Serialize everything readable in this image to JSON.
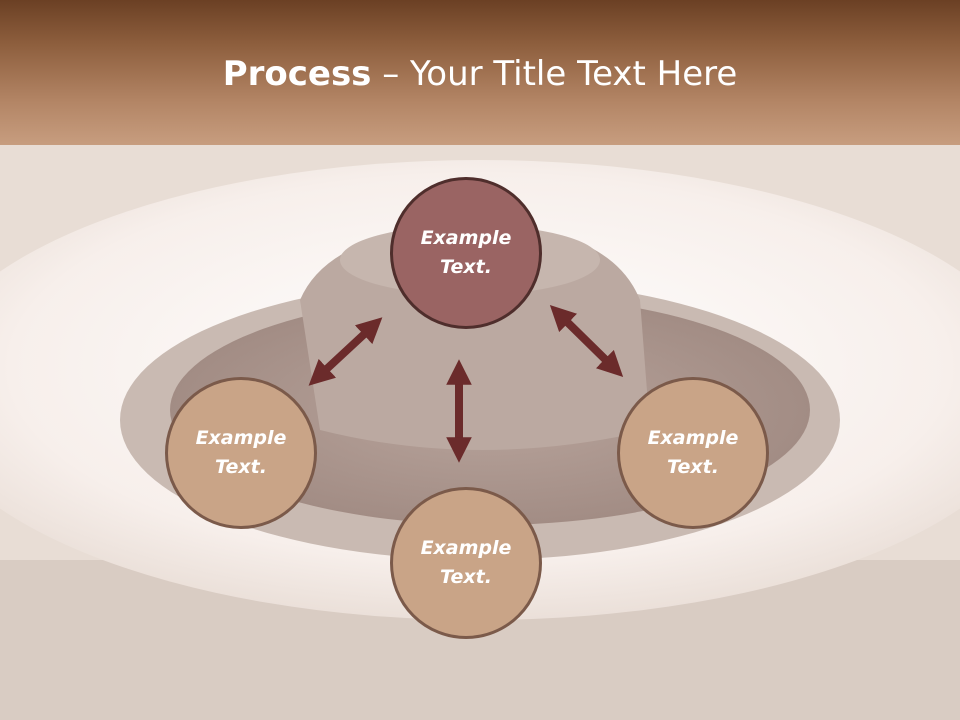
{
  "title": {
    "bold": "Process",
    "rest": " – Your Title Text Here"
  },
  "nodes": {
    "top": {
      "line1": "Example",
      "line2": "Text."
    },
    "left": {
      "line1": "Example",
      "line2": "Text."
    },
    "bottom": {
      "line1": "Example",
      "line2": "Text."
    },
    "right": {
      "line1": "Example",
      "line2": "Text."
    }
  },
  "colors": {
    "header": "#8d5e3d",
    "top_node": "#9a6463",
    "side_node": "#c9a487",
    "arrow": "#6b2b2b"
  }
}
